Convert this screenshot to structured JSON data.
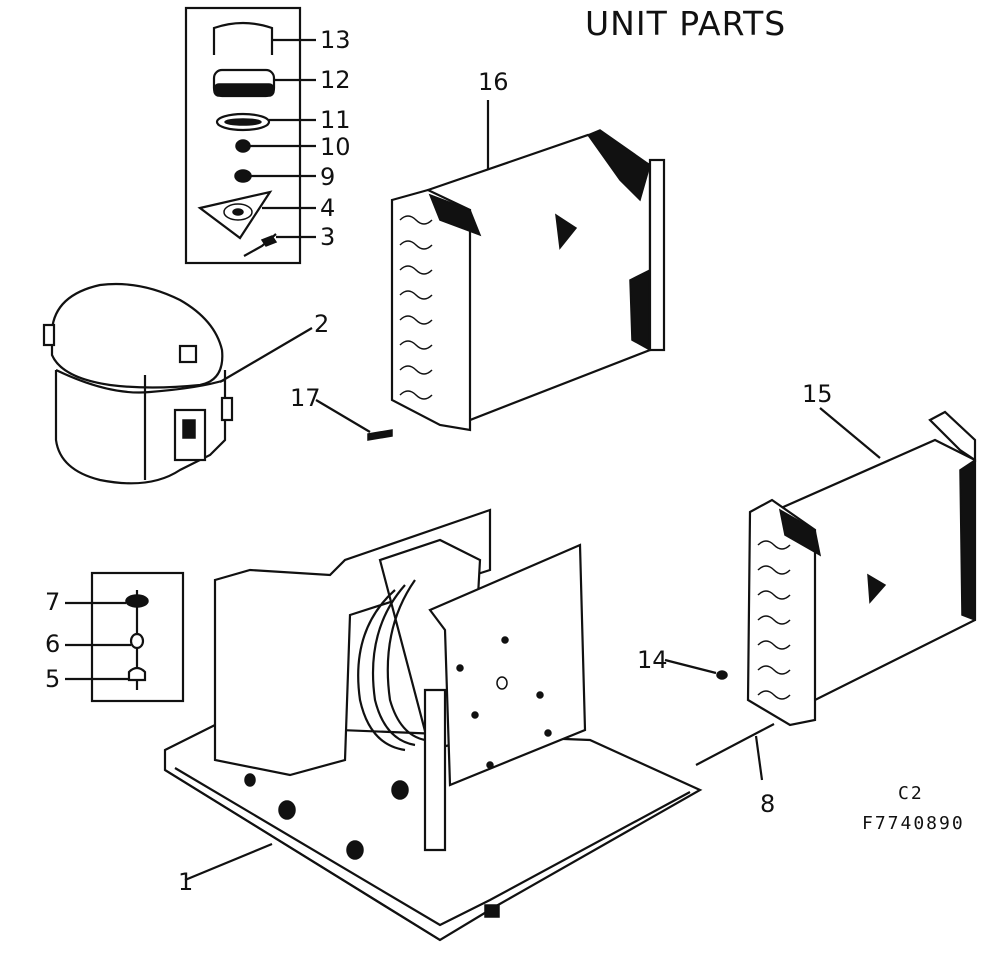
{
  "title": "UNIT PARTS",
  "callouts": {
    "p1": "1",
    "p2": "2",
    "p3": "3",
    "p4": "4",
    "p5": "5",
    "p6": "6",
    "p7": "7",
    "p8": "8",
    "p9": "9",
    "p10": "10",
    "p11": "11",
    "p12": "12",
    "p13": "13",
    "p14": "14",
    "p15": "15",
    "p16": "16",
    "p17": "17"
  },
  "drawing_code": "C2",
  "part_number": "F7740890"
}
